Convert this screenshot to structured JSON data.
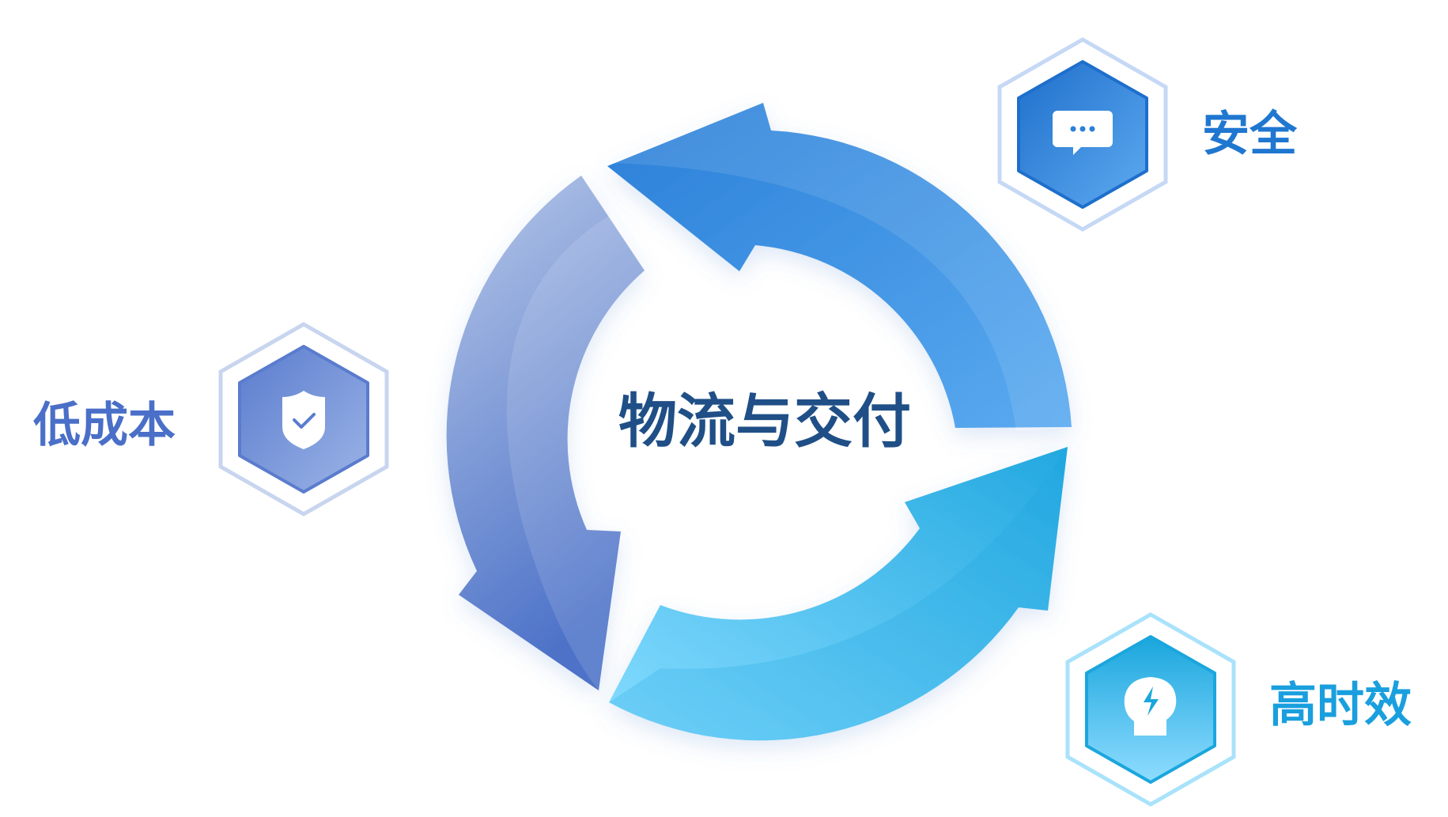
{
  "center": {
    "title": "物流与交付"
  },
  "items": [
    {
      "label": "安全",
      "icon": "chat-bubble-icon",
      "color": "#1f77d0"
    },
    {
      "label": "低成本",
      "icon": "shield-check-icon",
      "color": "#4a6fc8"
    },
    {
      "label": "高时效",
      "icon": "head-lightning-icon",
      "color": "#1a9fde"
    }
  ],
  "colors": {
    "title": "#1f4f86",
    "arrow_top_start": "#2a7fd8",
    "arrow_top_end": "#5aaaf0",
    "arrow_left_start": "#b7c8e8",
    "arrow_left_end": "#4d72c8",
    "arrow_bottom_start": "#86dcff",
    "arrow_bottom_end": "#22a8e0"
  }
}
